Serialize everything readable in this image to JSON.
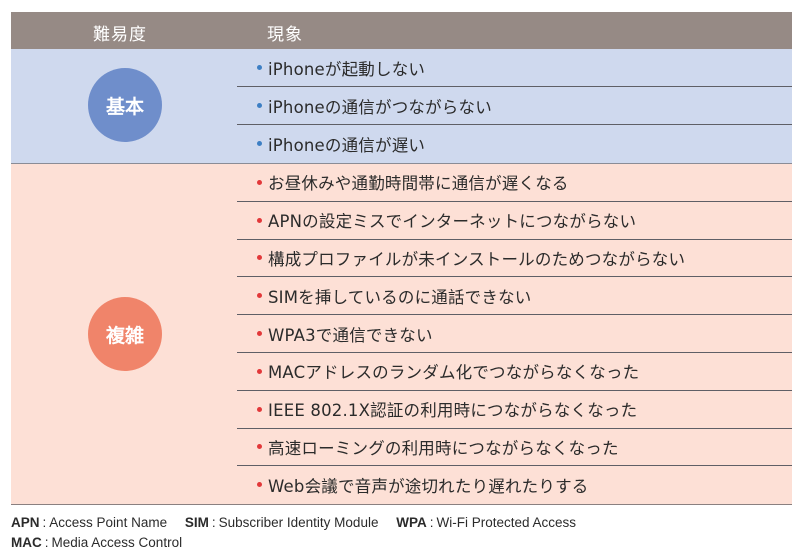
{
  "header": {
    "difficulty": "難易度",
    "symptom": "現象"
  },
  "colors": {
    "header_bg": "#968a85",
    "basic_bg": "#cfd9ee",
    "complex_bg": "#fde0d6",
    "basic_circle": "#6f8ecb",
    "complex_circle": "#f0846a",
    "basic_bullet": "#3d7fc4",
    "complex_bullet": "#e2383a"
  },
  "sections": [
    {
      "level": "基本",
      "items": [
        "iPhoneが起動しない",
        "iPhoneの通信がつながらない",
        "iPhoneの通信が遅い"
      ]
    },
    {
      "level": "複雑",
      "items": [
        "お昼休みや通勤時間帯に通信が遅くなる",
        "APNの設定ミスでインターネットにつながらない",
        "構成プロファイルが未インストールのためつながらない",
        "SIMを挿しているのに通話できない",
        "WPA3で通信できない",
        "MACアドレスのランダム化でつながらなくなった",
        "IEEE 802.1X認証の利用時につながらなくなった",
        "高速ローミングの利用時につながらなくなった",
        "Web会議で音声が途切れたり遅れたりする"
      ]
    }
  ],
  "footnotes": [
    [
      {
        "abbr": "APN",
        "full": "Access Point Name"
      },
      {
        "abbr": "SIM",
        "full": "Subscriber Identity Module"
      },
      {
        "abbr": "WPA",
        "full": "Wi-Fi Protected Access"
      }
    ],
    [
      {
        "abbr": "MAC",
        "full": "Media Access Control"
      }
    ]
  ],
  "footnote_separator": ":"
}
